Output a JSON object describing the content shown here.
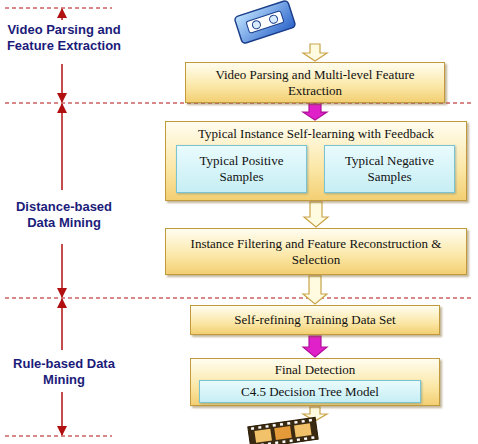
{
  "diagram": {
    "nodes": [
      {
        "text": [
          "Video Parsing and Multi-level Feature Extraction"
        ]
      },
      {
        "text": [
          "Typical Instance Self-learning with Feedback"
        ]
      },
      {
        "text": [
          "Typical Positive Samples"
        ],
        "in": 1
      },
      {
        "text": [
          "Typical Negative Samples"
        ],
        "in": 1
      },
      {
        "text": [
          "Instance Filtering and Feature Reconstruction & Selection"
        ]
      },
      {
        "text": [
          "Self-refining Training Data Set"
        ]
      },
      {
        "text": [
          "Final Detection"
        ]
      },
      {
        "text": [
          "C4.5 Decision Tree Model"
        ],
        "in": 6
      }
    ],
    "edges": [
      {
        "from": 0,
        "to": 1,
        "arrow": "to"
      },
      {
        "from": 1,
        "to": 4,
        "arrow": "to"
      },
      {
        "from": 4,
        "to": 5,
        "arrow": "to"
      },
      {
        "from": 5,
        "to": 6,
        "arrow": "to"
      }
    ],
    "labels": [
      "Video Parsing and Feature Extraction",
      "Distance-based Data Mining",
      "Rule-based Data Mining"
    ]
  }
}
